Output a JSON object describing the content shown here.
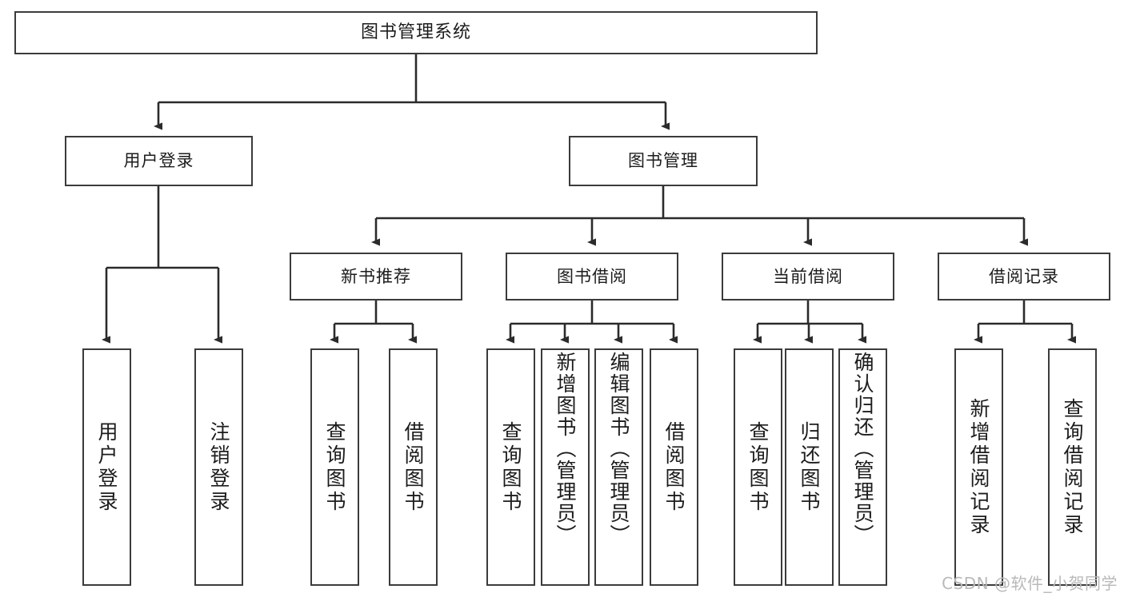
{
  "diagram": {
    "title": "图书管理系统",
    "type": "tree",
    "watermark": "CSDN @软件_小贺同学",
    "colors": {
      "box_border": "#3b3b3b",
      "box_fill": "#ffffff",
      "connector": "#2b2b2b",
      "text": "#1c1c1c",
      "watermark": "#b9b9b9"
    },
    "levels": {
      "root": "图书管理系统",
      "level2": [
        "用户登录",
        "图书管理"
      ],
      "level3": [
        "新书推荐",
        "图书借阅",
        "当前借阅",
        "借阅记录"
      ],
      "level4_groups": [
        {
          "parent": "用户登录",
          "children": [
            "用户登录",
            "注销登录"
          ]
        },
        {
          "parent": "新书推荐",
          "children": [
            "查询图书",
            "借阅图书"
          ]
        },
        {
          "parent": "图书借阅",
          "children": [
            "查询图书",
            "新增图书（管理员）",
            "编辑图书（管理员）",
            "借阅图书"
          ]
        },
        {
          "parent": "当前借阅",
          "children": [
            "查询图书",
            "归还图书",
            "确认归还（管理员）"
          ]
        },
        {
          "parent": "借阅记录",
          "children": [
            "新增借阅记录",
            "查询借阅记录"
          ]
        }
      ]
    },
    "nodes": {
      "root": {
        "label": "图书管理系统"
      },
      "user_login": {
        "label": "用户登录"
      },
      "book_mgmt": {
        "label": "图书管理"
      },
      "new_book_rec": {
        "label": "新书推荐"
      },
      "book_borrow": {
        "label": "图书借阅"
      },
      "current_borrow": {
        "label": "当前借阅"
      },
      "borrow_record": {
        "label": "借阅记录"
      },
      "leaf_user_login": {
        "label": "用户登录"
      },
      "leaf_user_logout": {
        "label": "注销登录"
      },
      "leaf_rec_query": {
        "label": "查询图书"
      },
      "leaf_rec_borrow": {
        "label": "借阅图书"
      },
      "leaf_borrow_query": {
        "label": "查询图书"
      },
      "leaf_borrow_add": {
        "label": "新增图书（管理员）"
      },
      "leaf_borrow_edit": {
        "label": "编辑图书（管理员）"
      },
      "leaf_borrow_lend": {
        "label": "借阅图书"
      },
      "leaf_cur_query": {
        "label": "查询图书"
      },
      "leaf_cur_return": {
        "label": "归还图书"
      },
      "leaf_cur_confirm": {
        "label": "确认归还（管理员）"
      },
      "leaf_rec_add": {
        "label": "新增借阅记录"
      },
      "leaf_rec_search": {
        "label": "查询借阅记录"
      }
    }
  }
}
